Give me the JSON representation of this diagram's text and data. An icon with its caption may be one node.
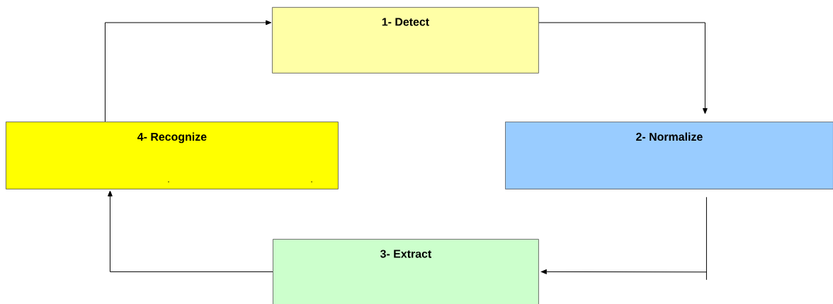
{
  "diagram": {
    "nodes": [
      {
        "text": [
          "1- Detect"
        ]
      },
      {
        "text": [
          "2- Normalize"
        ]
      },
      {
        "text": [
          "3- Extract"
        ]
      },
      {
        "text": [
          "4- Recognize"
        ]
      }
    ],
    "edges": [
      {
        "from": 0,
        "to": 1,
        "arrow": "to"
      },
      {
        "from": 1,
        "to": 2,
        "arrow": "to"
      },
      {
        "from": 2,
        "to": 3,
        "arrow": "to"
      },
      {
        "from": 3,
        "to": 0,
        "arrow": "to"
      }
    ],
    "labels": [
      "-",
      "-"
    ]
  }
}
